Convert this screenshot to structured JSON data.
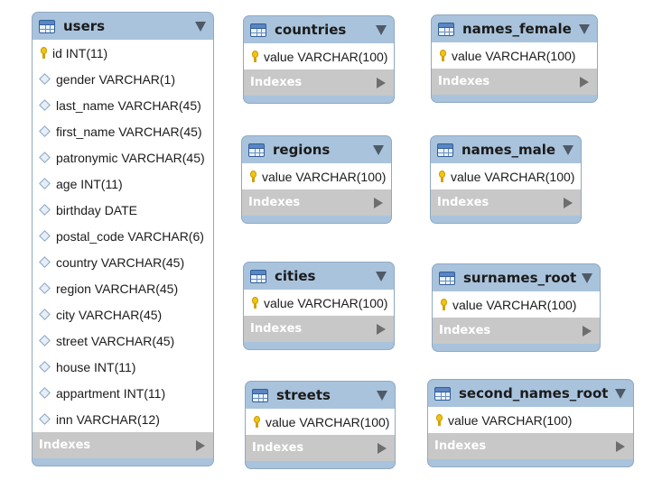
{
  "tables": {
    "users": {
      "name": "users",
      "columns": [
        "id INT(11)",
        "gender VARCHAR(1)",
        "last_name VARCHAR(45)",
        "first_name VARCHAR(45)",
        "patronymic VARCHAR(45)",
        "age INT(11)",
        "birthday DATE",
        "postal_code VARCHAR(6)",
        "country VARCHAR(45)",
        "region VARCHAR(45)",
        "city VARCHAR(45)",
        "street VARCHAR(45)",
        "house INT(11)",
        "appartment INT(11)",
        "inn VARCHAR(12)"
      ],
      "indexes_label": "Indexes"
    },
    "countries": {
      "name": "countries",
      "columns": [
        "value VARCHAR(100)"
      ],
      "indexes_label": "Indexes"
    },
    "regions": {
      "name": "regions",
      "columns": [
        "value VARCHAR(100)"
      ],
      "indexes_label": "Indexes"
    },
    "cities": {
      "name": "cities",
      "columns": [
        "value VARCHAR(100)"
      ],
      "indexes_label": "Indexes"
    },
    "streets": {
      "name": "streets",
      "columns": [
        "value VARCHAR(100)"
      ],
      "indexes_label": "Indexes"
    },
    "names_female": {
      "name": "names_female",
      "columns": [
        "value VARCHAR(100)"
      ],
      "indexes_label": "Indexes"
    },
    "names_male": {
      "name": "names_male",
      "columns": [
        "value VARCHAR(100)"
      ],
      "indexes_label": "Indexes"
    },
    "surnames_root": {
      "name": "surnames_root",
      "columns": [
        "value VARCHAR(100)"
      ],
      "indexes_label": "Indexes"
    },
    "second_names_root": {
      "name": "second_names_root",
      "columns": [
        "value VARCHAR(100)"
      ],
      "indexes_label": "Indexes"
    }
  },
  "icons": {
    "table": "table-icon",
    "primary_key": "primary-key-icon",
    "column": "column-diamond-icon",
    "collapse": "triangle-down-icon",
    "expand": "triangle-right-icon"
  },
  "colors": {
    "table_frame": "#a9c3dc",
    "indexes_bar": "#c8c8c8",
    "key_icon": "#f1c40f"
  }
}
